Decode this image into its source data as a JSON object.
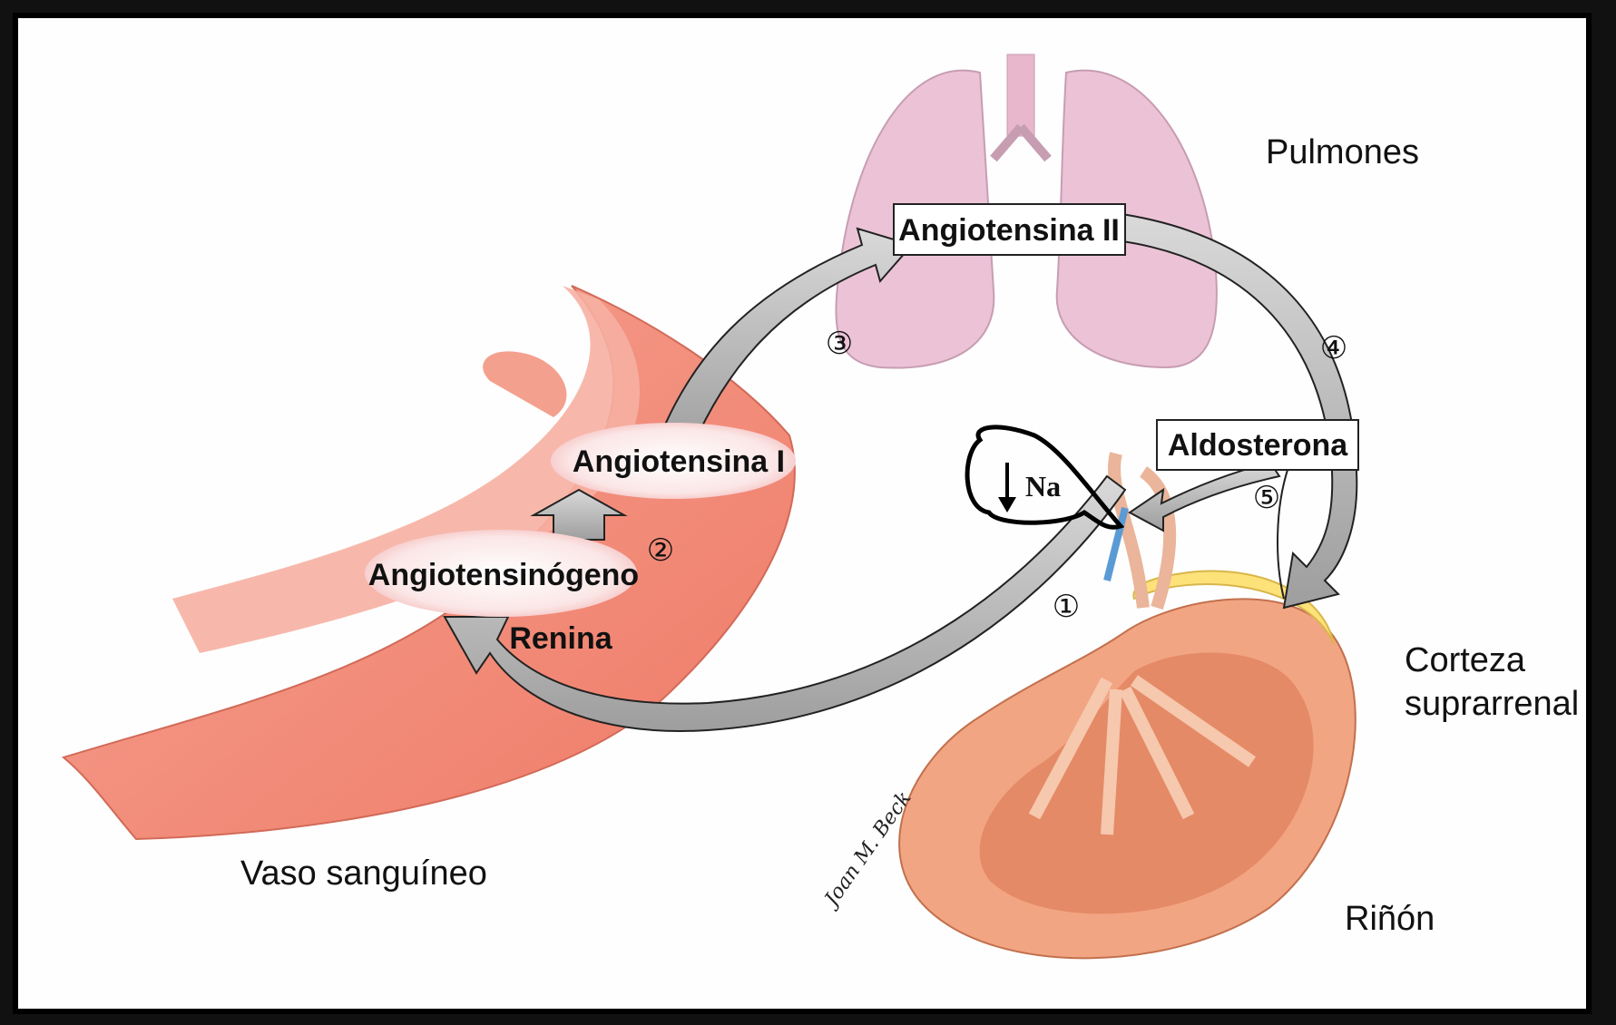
{
  "labels": {
    "pulmones": "Pulmones",
    "vaso": "Vaso sanguíneo",
    "corteza_line1": "Corteza",
    "corteza_line2": "suprarrenal",
    "rinon": "Riñón"
  },
  "boxes": {
    "angiotensina_ii": "Angiotensina II",
    "angiotensina_i": "Angiotensina I",
    "angiotensinogeno": "Angiotensinógeno",
    "renina": "Renina",
    "aldosterona": "Aldosterona"
  },
  "steps": [
    "①",
    "②",
    "③",
    "④",
    "⑤"
  ],
  "na_label": "Na",
  "signature": "Joan M. Beck",
  "colors": {
    "vessel": "#f08a76",
    "vessel_dark": "#e06650",
    "lung": "#ecc3d6",
    "kidney": "#f2a583",
    "adrenal": "#fde27a",
    "arrow": "#bdbdbd",
    "arrow_edge": "#222222"
  }
}
